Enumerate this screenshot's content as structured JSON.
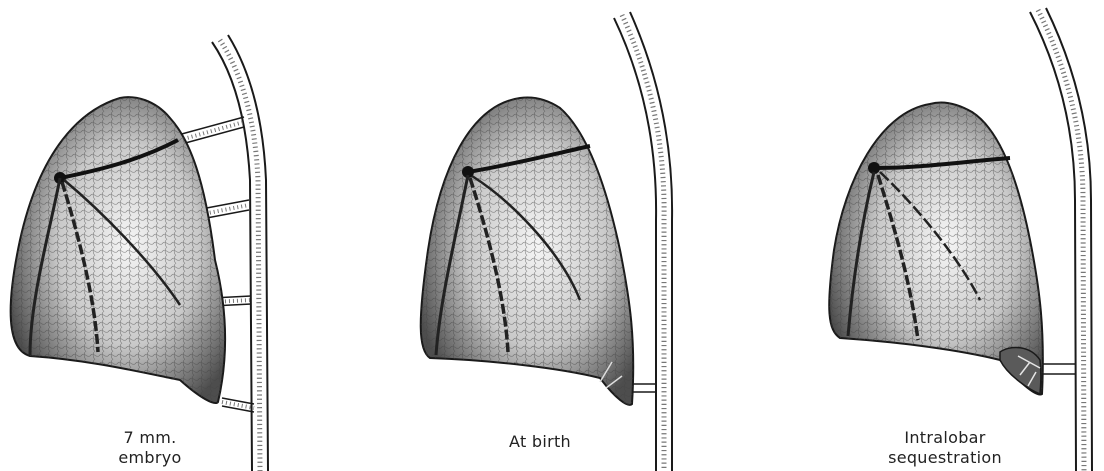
{
  "panels": [
    {
      "id": "embryo",
      "caption_line1": "7 mm.",
      "caption_line2": "embryo"
    },
    {
      "id": "birth",
      "caption_line1": "At birth",
      "caption_line2": ""
    },
    {
      "id": "sequestration",
      "caption_line1": "Intralobar",
      "caption_line2": "sequestration"
    }
  ],
  "colors": {
    "ink": "#1a1a1a",
    "lung_light": "#e9e9e9",
    "lung_dark": "#6a6a6a",
    "paper": "#ffffff"
  }
}
